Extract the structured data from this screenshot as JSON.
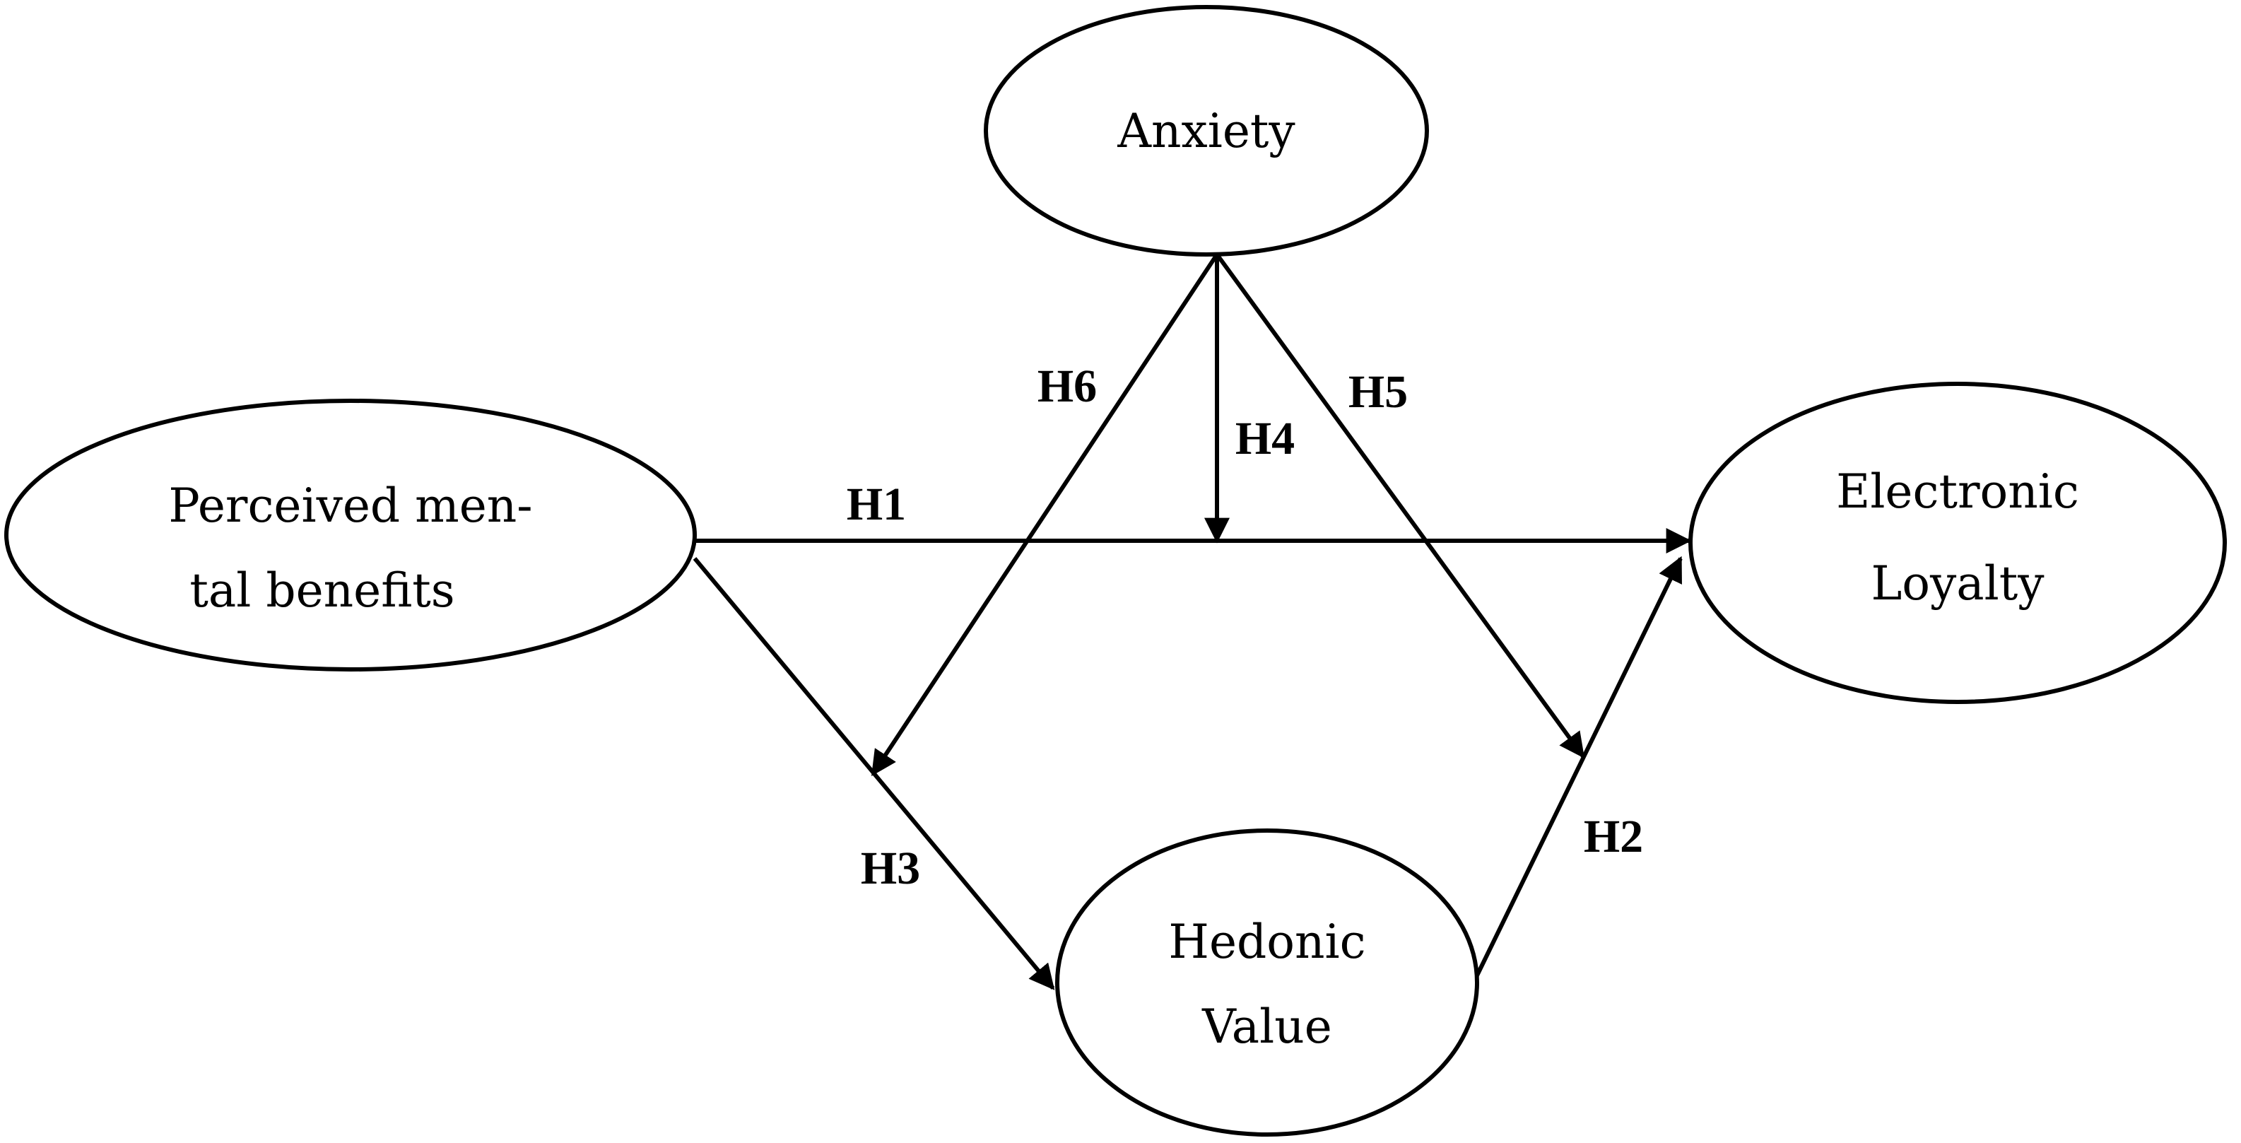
{
  "nodes": {
    "anxiety": {
      "line1": "Anxiety"
    },
    "perceived": {
      "line1": "Perceived men-",
      "line2": "tal benefits"
    },
    "loyalty": {
      "line1": "Electronic",
      "line2": "Loyalty"
    },
    "hedonic": {
      "line1": "Hedonic",
      "line2": "Value"
    }
  },
  "edges": {
    "h1": "H1",
    "h2": "H2",
    "h3": "H3",
    "h4": "H4",
    "h5": "H5",
    "h6": "H6"
  },
  "colors": {
    "stroke": "#000000",
    "background": "#ffffff"
  }
}
